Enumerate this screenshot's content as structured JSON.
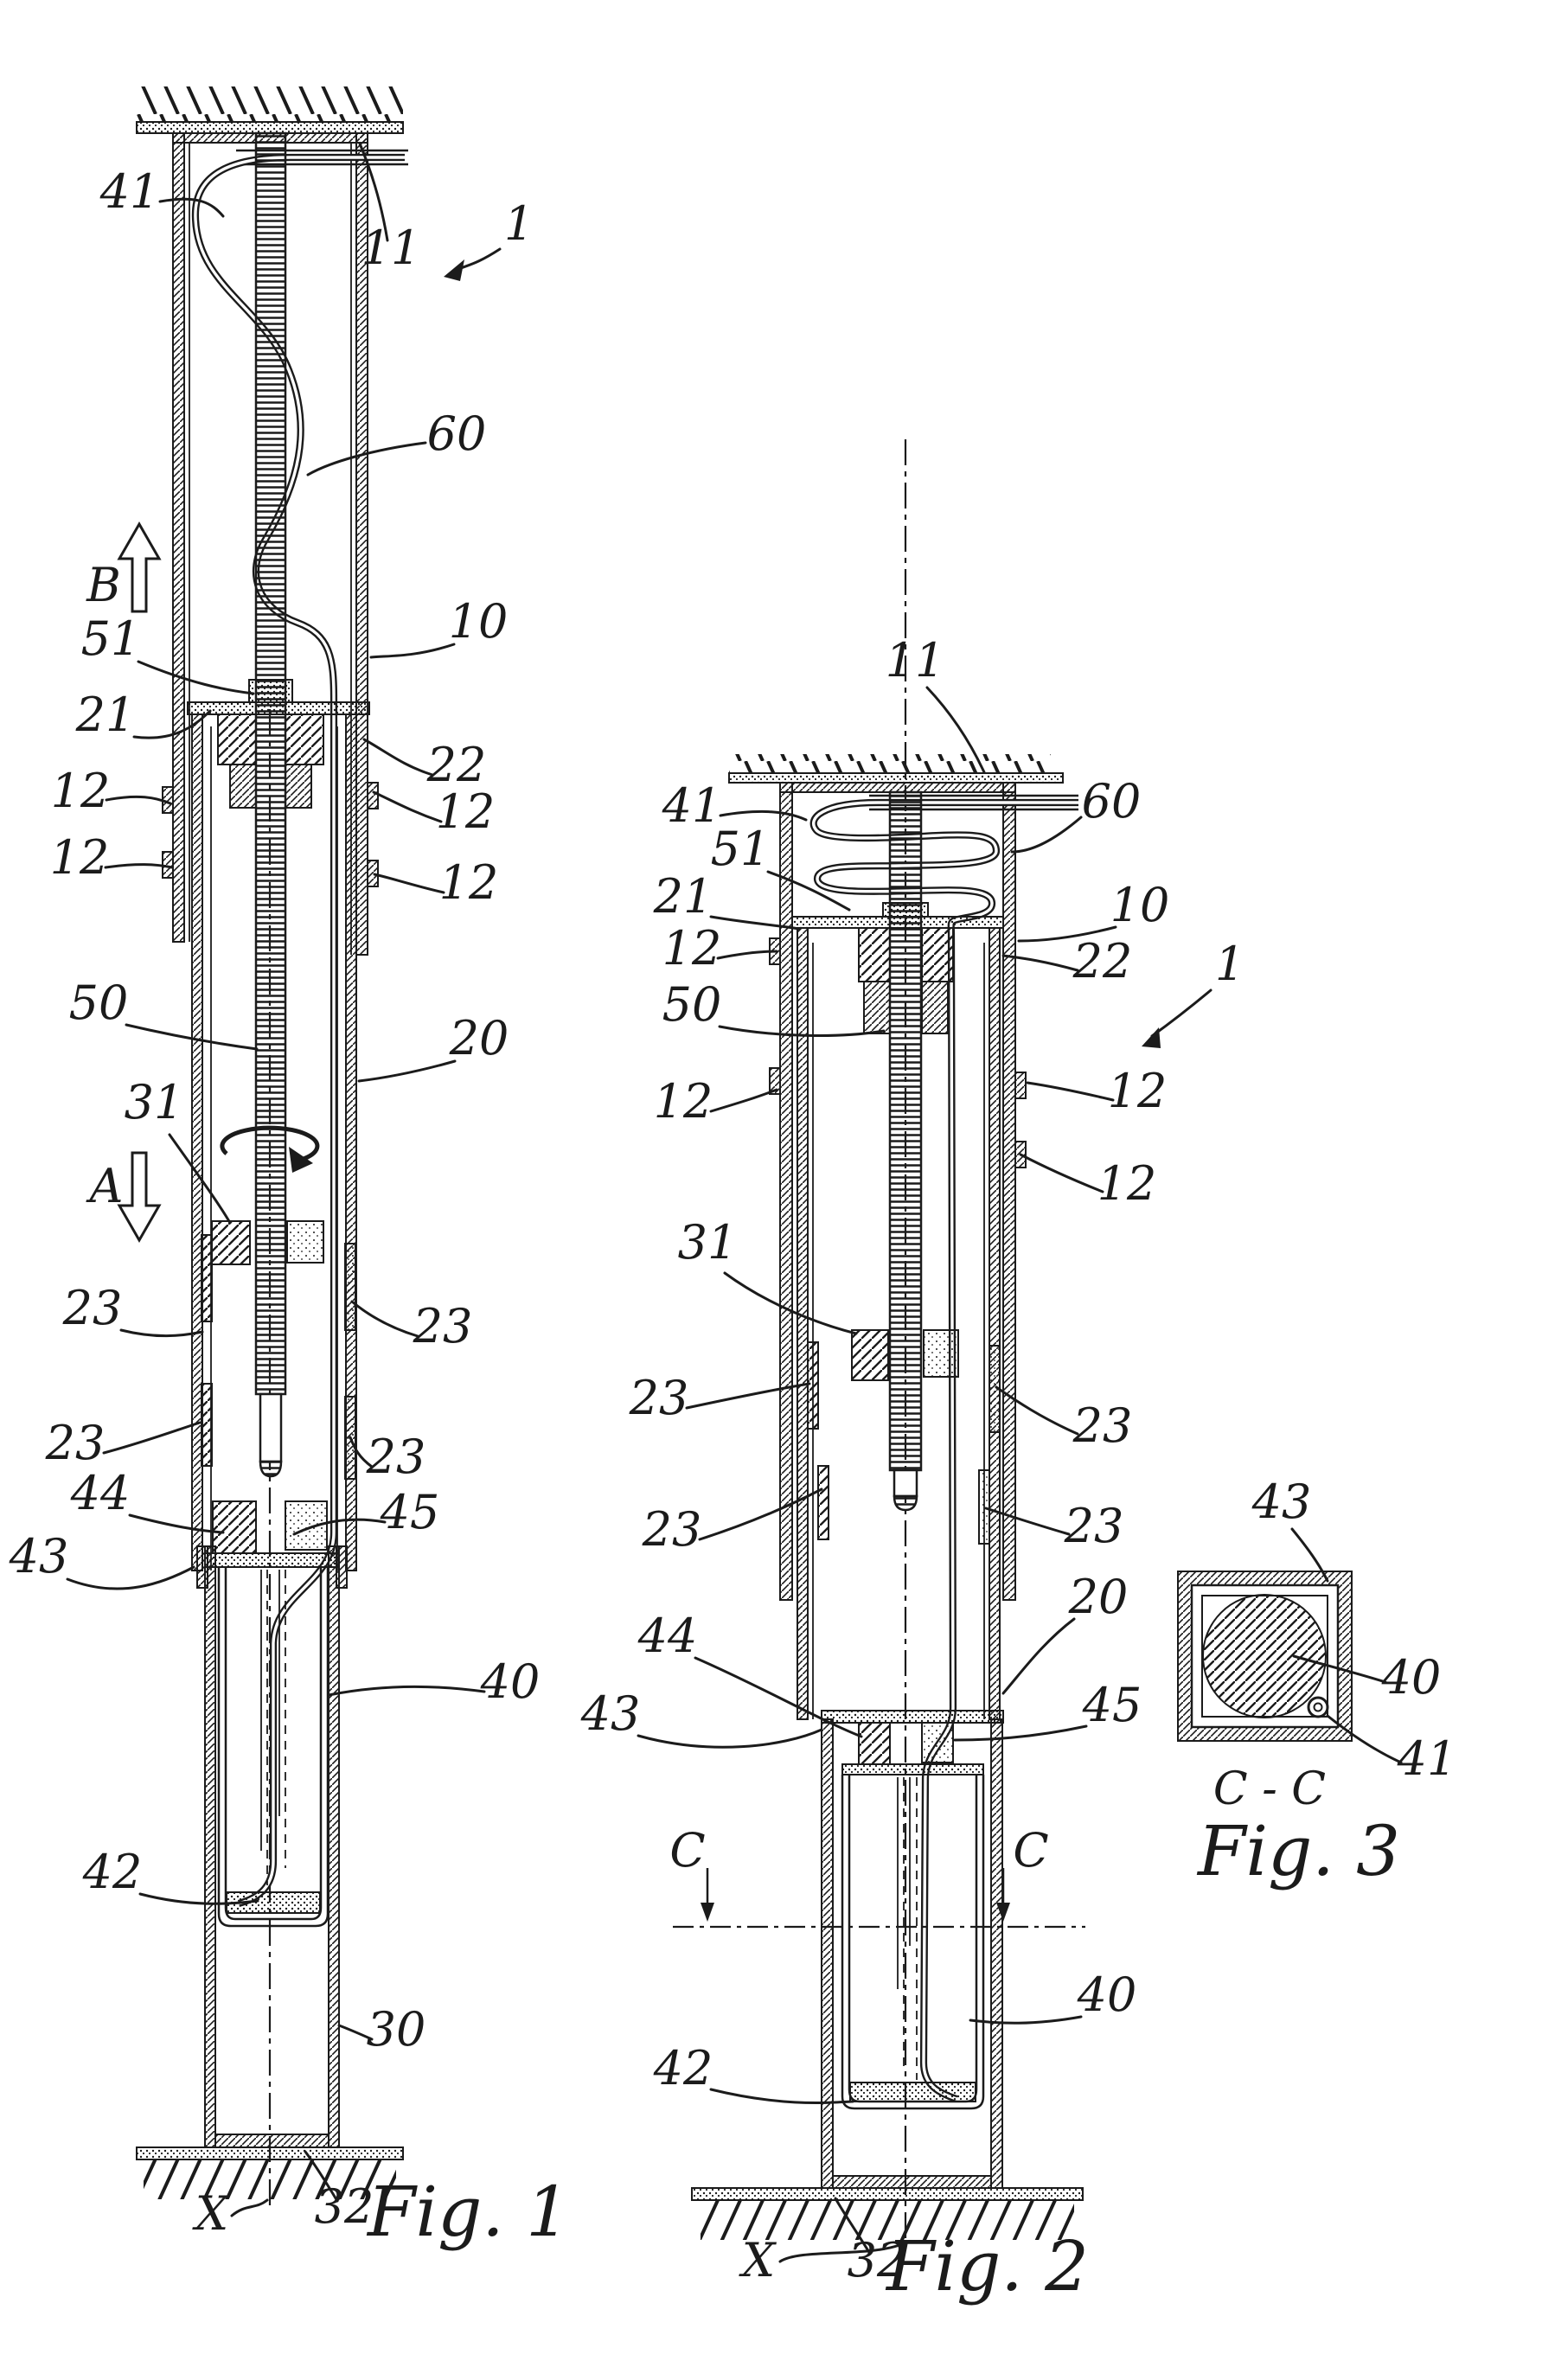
{
  "drawing": {
    "background": "#ffffff",
    "ink_color": "#1b1b1b"
  },
  "fig1": {
    "caption": "Fig. 1",
    "direction_up": "B",
    "direction_down": "A",
    "axis": "X",
    "refs": {
      "r41": "41",
      "r11": "11",
      "r1": "1",
      "r60": "60",
      "r51": "51",
      "r21": "21",
      "r12a": "12",
      "r12b": "12",
      "r10": "10",
      "r22": "22",
      "r12c": "12",
      "r12d": "12",
      "r50": "50",
      "r20": "20",
      "r31": "31",
      "r23a": "23",
      "r23b": "23",
      "r23c": "23",
      "r23d": "23",
      "r44": "44",
      "r45": "45",
      "r43": "43",
      "r40": "40",
      "r42": "42",
      "r30": "30",
      "r32": "32"
    }
  },
  "fig2": {
    "caption": "Fig. 2",
    "axis": "X",
    "section_letter": "C",
    "refs": {
      "r11": "11",
      "r41": "41",
      "r51": "51",
      "r21": "21",
      "r12a": "12",
      "r50": "50",
      "r12b": "12",
      "r60": "60",
      "r10": "10",
      "r22": "22",
      "r1": "1",
      "r12c": "12",
      "r12d": "12",
      "r31": "31",
      "r23a": "23",
      "r23b": "23",
      "r23c": "23",
      "r23d": "23",
      "r20": "20",
      "r44": "44",
      "r43": "43",
      "r45": "45",
      "r40": "40",
      "r42": "42",
      "r32": "32"
    }
  },
  "fig3": {
    "caption": "Fig. 3",
    "section_title": "C - C",
    "refs": {
      "r43": "43",
      "r40": "40",
      "r41": "41"
    }
  }
}
